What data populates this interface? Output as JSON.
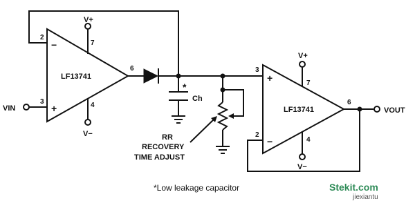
{
  "op_amp_1": {
    "name": "LF13741",
    "pin_inverting": "2",
    "pin_noninverting": "3",
    "pin_output": "6",
    "pin_vplus": "7",
    "pin_vminus": "4",
    "inverting_sign": "−",
    "noninverting_sign": "+",
    "supply_plus": "V+",
    "supply_minus": "V−"
  },
  "op_amp_2": {
    "name": "LF13741",
    "pin_inverting": "2",
    "pin_noninverting": "3",
    "pin_output": "6",
    "pin_vplus": "7",
    "pin_vminus": "4",
    "inverting_sign": "−",
    "noninverting_sign": "+",
    "supply_plus": "V+",
    "supply_minus": "V−"
  },
  "input_label": "VIN",
  "output_label": "VOUT",
  "capacitor_label": "Ch",
  "capacitor_mark": "*",
  "resistor_label": "RR",
  "resistor_caption": [
    "RECOVERY",
    "TIME ADJUST"
  ],
  "footnote": "*Low leakage capacitor",
  "watermark": {
    "main": "Stekit.com",
    "sub": "jiexiantu"
  }
}
